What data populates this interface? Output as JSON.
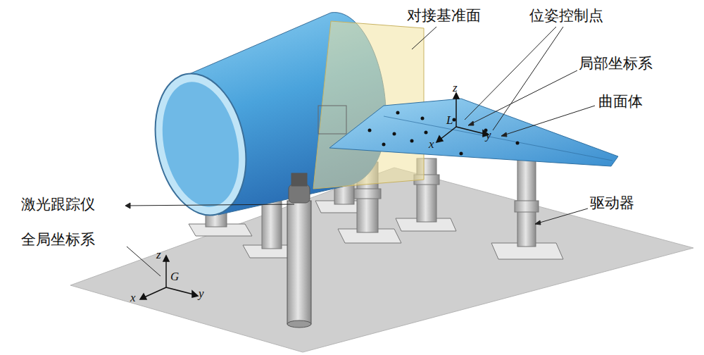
{
  "diagram": {
    "labels": [
      "对接基准面",
      "位姿控制点",
      "局部坐标系",
      "曲面体",
      "驱动器",
      "激光跟踪仪",
      "全局坐标系",
      "z",
      "L",
      "x",
      "y",
      "z",
      "G",
      "x",
      "y"
    ]
  }
}
